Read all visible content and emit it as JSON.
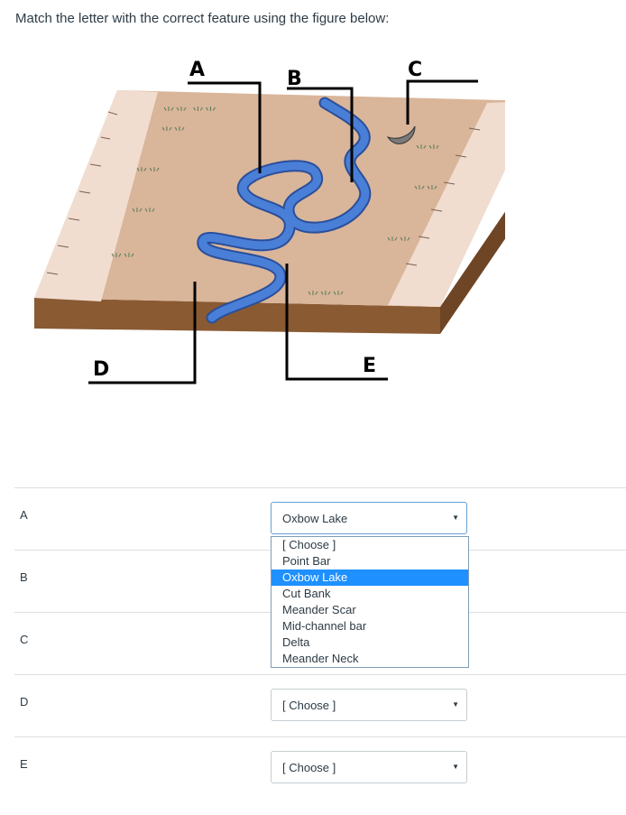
{
  "question": "Match the letter with the correct feature using the figure below:",
  "figure": {
    "letters": [
      "A",
      "B",
      "C",
      "D",
      "E"
    ]
  },
  "rows": [
    {
      "label": "A",
      "value": "Oxbow Lake"
    },
    {
      "label": "B",
      "value": ""
    },
    {
      "label": "C",
      "value": ""
    },
    {
      "label": "D",
      "value": "[ Choose ]"
    },
    {
      "label": "E",
      "value": "[ Choose ]"
    }
  ],
  "dropdown": {
    "options": [
      "[ Choose ]",
      "Point Bar",
      "Oxbow Lake",
      "Cut Bank",
      "Meander Scar",
      "Mid-channel bar",
      "Delta",
      "Meander Neck"
    ],
    "selected": "Oxbow Lake"
  },
  "colors": {
    "accent": "#1e90ff",
    "river": "#4a7fd8",
    "soil": "#d9b59a",
    "soil_side": "#8a5a32"
  },
  "icons": {
    "caret": "caret-down-icon"
  }
}
